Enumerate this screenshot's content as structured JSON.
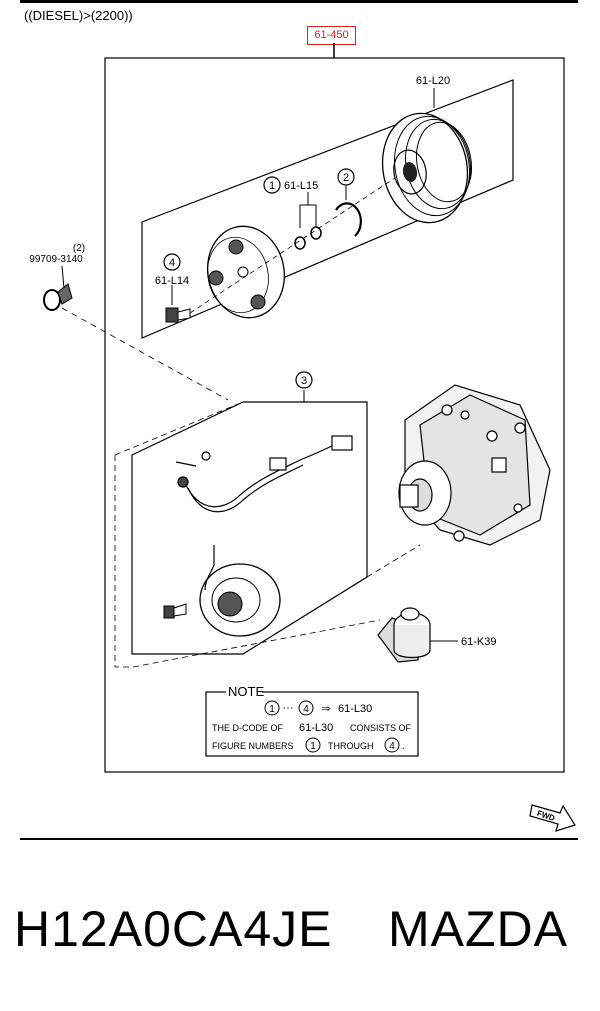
{
  "header": {
    "variant": "((DIESEL)>(2200))",
    "main_code": "61-450"
  },
  "parts": {
    "pulley": "61-L20",
    "shim_set": "61-L15",
    "bolt": "61-L14",
    "clamp": "99709-3140",
    "clamp_qty": "(2)",
    "valve": "61-K39"
  },
  "callouts": {
    "one": "1",
    "two": "2",
    "three": "3",
    "four": "4"
  },
  "note": {
    "title": "NOTE",
    "range_code": "61-L30",
    "line1": "THE D-CODE OF",
    "line1_code": "61-L30",
    "line1_end": "CONSISTS OF",
    "line2": "FIGURE NUMBERS",
    "line2_mid": "THROUGH",
    "ellipsis": "···",
    "arrow": "⇒"
  },
  "fwd_label": "FWD",
  "footer": {
    "code": "H12A0CA4JE",
    "brand": "MAZDA"
  }
}
